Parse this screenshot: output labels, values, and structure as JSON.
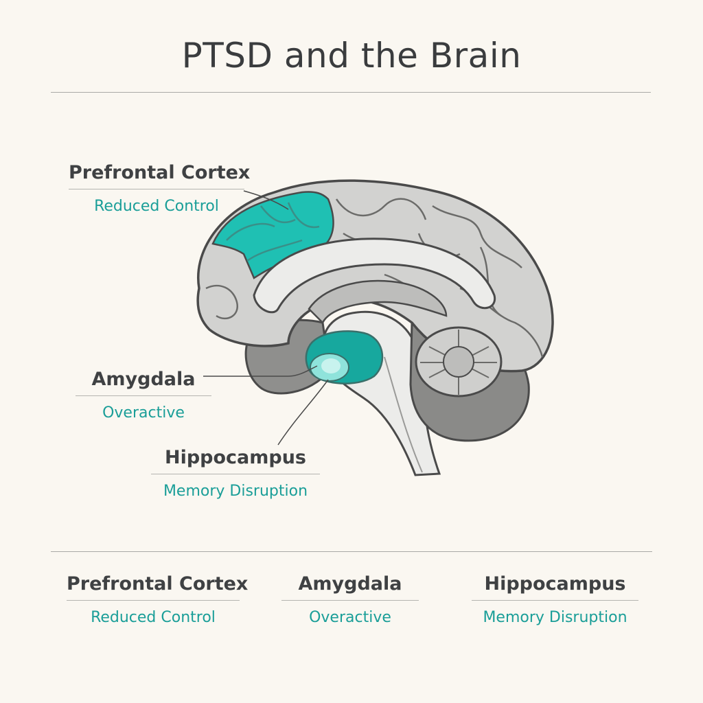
{
  "title": "PTSD and the Brain",
  "colors": {
    "accent": "#1fc0b3",
    "accent_text": "#1a9e98",
    "brain_gray": "#d2d2d0",
    "outline": "#4a4a4a",
    "background": "#faf7f1"
  },
  "callouts": [
    {
      "name": "Prefrontal Cortex",
      "effect": "Reduced Control"
    },
    {
      "name": "Amygdala",
      "effect": "Overactive"
    },
    {
      "name": "Hippocampus",
      "effect": "Memory Disruption"
    }
  ],
  "summary": [
    {
      "name": "Prefrontal Cortex",
      "effect": "Reduced Control"
    },
    {
      "name": "Amygdala",
      "effect": "Overactive"
    },
    {
      "name": "Hippocampus",
      "effect": "Memory Disruption"
    }
  ]
}
